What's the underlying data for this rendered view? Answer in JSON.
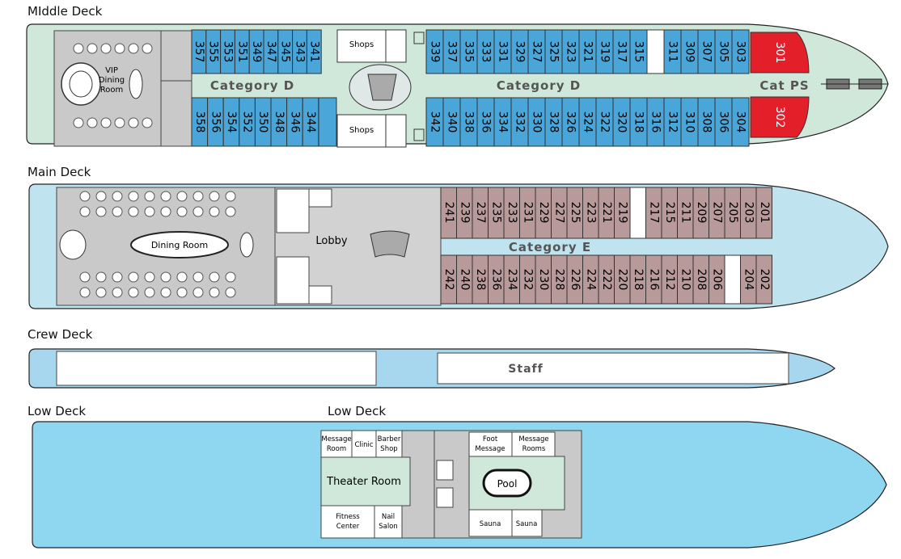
{
  "titles": {
    "middle": "MIddle Deck",
    "main": "Main Deck",
    "crew": "Crew Deck",
    "low_left": "Low Deck",
    "low_right": "Low Deck"
  },
  "colors": {
    "middle_hull": "#cfe8d9",
    "middle_cabin": "#4aa6d8",
    "suite": "#e3202a",
    "main_hull": "#bfe3ef",
    "main_cabin": "#b89a9a",
    "crew_hull": "#a7d7ee",
    "low_hull": "#8fd6f0",
    "public_gray": "#c9c9c9",
    "theater_green": "#cfe8d9"
  },
  "middle": {
    "category_label": "Category D",
    "category_label_2": "Category D",
    "cat_ps_label": "Cat PS",
    "vip_label": "VIP Dining Room",
    "shops_top": "Shops",
    "shops_bottom": "Shops",
    "suite_top": "301",
    "suite_bottom": "302",
    "aft_top": [
      "357",
      "355",
      "353",
      "351",
      "349",
      "347",
      "345",
      "343",
      "341"
    ],
    "aft_bottom": [
      "358",
      "356",
      "354",
      "352",
      "350",
      "348",
      "346",
      "344"
    ],
    "fwd_top": [
      "339",
      "337",
      "335",
      "333",
      "331",
      "329",
      "327",
      "325",
      "323",
      "321",
      "319",
      "317",
      "315",
      "",
      "311",
      "309",
      "307",
      "305",
      "303"
    ],
    "fwd_bottom": [
      "342",
      "340",
      "338",
      "336",
      "334",
      "332",
      "330",
      "328",
      "326",
      "324",
      "322",
      "320",
      "318",
      "316",
      "312",
      "310",
      "308",
      "306",
      "304"
    ]
  },
  "main": {
    "dining_label": "Dining Room",
    "lobby_label": "Lobby",
    "category_label": "Category E",
    "top": [
      "241",
      "239",
      "237",
      "235",
      "233",
      "231",
      "229",
      "227",
      "225",
      "223",
      "221",
      "219",
      "",
      "217",
      "215",
      "211",
      "209",
      "207",
      "205",
      "203",
      "201"
    ],
    "bottom": [
      "242",
      "240",
      "238",
      "236",
      "234",
      "232",
      "230",
      "228",
      "226",
      "224",
      "222",
      "220",
      "218",
      "216",
      "212",
      "210",
      "208",
      "206",
      "",
      "204",
      "202"
    ]
  },
  "crew": {
    "staff_label": "Staff"
  },
  "low": {
    "message_room": "Message Room",
    "clinic": "Clinic",
    "barber_shop": "Barber Shop",
    "theater_room": "Theater Room",
    "fitness_center": "Fitness Center",
    "nail_salon": "Nail Salon",
    "foot_message": "Foot Message",
    "message_rooms": "Message Rooms",
    "pool": "Pool",
    "sauna_1": "Sauna",
    "sauna_2": "Sauna"
  }
}
